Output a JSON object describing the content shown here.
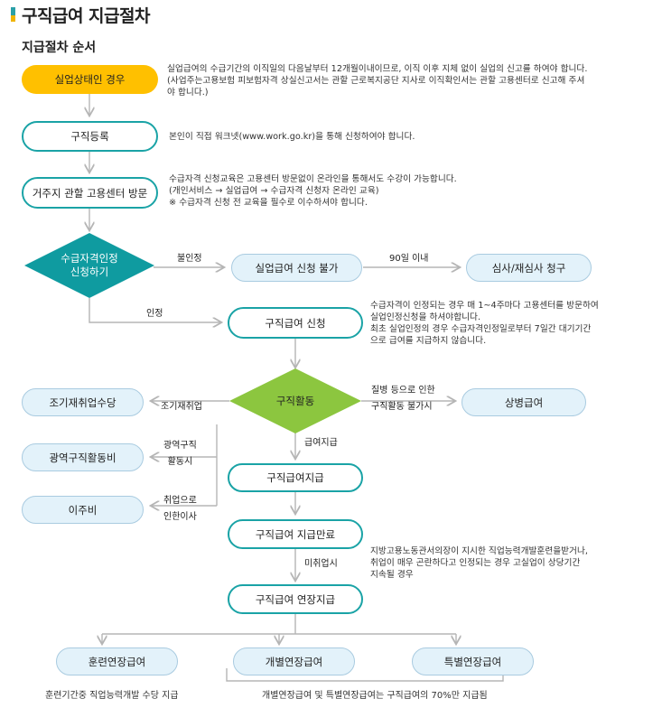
{
  "header": {
    "title": "구직급여 지급절차",
    "subtitle": "지급절차 순서"
  },
  "nodes": {
    "unemployed": "실업상태인 경우",
    "register": "구직등록",
    "visit_center": "거주지 관할 고용센터 방문",
    "apply_decision": [
      "수급자격인정",
      "신청하기"
    ],
    "not_allowed": "실업급여 신청 불가",
    "review_request": "심사/재심사 청구",
    "benefit_apply": "구직급여 신청",
    "job_activity": "구직활동",
    "early_reemploy": "조기재취업수당",
    "sickness": "상병급여",
    "wide_area": "광역구직활동비",
    "relocation": "이주비",
    "benefit_payment": "구직급여지급",
    "benefit_end": "구직급여 지급만료",
    "extension": "구직급여 연장지급",
    "training_ext": "훈련연장급여",
    "individual_ext": "개별연장급여",
    "special_ext": "특별연장급여"
  },
  "labels": {
    "not_recognized": "불인정",
    "within_90": "90일 이내",
    "recognized": "인정",
    "early": "조기재취업",
    "sick": [
      "질병 등으로 인한",
      "구직활동 불가시"
    ],
    "wide": [
      "광역구직",
      "활동시"
    ],
    "move": [
      "취업으로",
      "인한이사"
    ],
    "pay": "급여지급",
    "unemployed_not": "미취업시"
  },
  "descriptions": {
    "unemployed": [
      "실업급여의 수급기간의 이직일의 다음날부터 12개월이내이므로, 이직 이후 지체 없이 실업의 신고를 하여야 합니다.",
      "(사업주는고용보험 피보험자격 상실신고서는 관할 근로복지공단 지사로 이직확인서는 관할 고용센터로 신고해 주셔",
      "야 합니다.)"
    ],
    "register": [
      "본인이 직접 워크넷(www.work.go.kr)을 통해 신청하여야 합니다."
    ],
    "visit_center": [
      "수급자격 신청교육은 고용센터 방문없이 온라인을 통해서도 수강이 가능합니다.",
      "(개인서비스 → 실업급여 → 수급자격 신청자 온라인 교육)",
      "※ 수급자격 신청 전 교육을 필수로 이수하셔야 합니다."
    ],
    "benefit_apply": [
      "수급자격이 인정되는 경우 매 1~4주마다 고용센터를 방문하여",
      "실업인정신청을 하셔야합니다.",
      "최초 실업인정의 경우 수급자격인정일로부터 7일간 대기기간",
      "으로 급여를 지급하지 않습니다."
    ],
    "benefit_end": [
      "지방고용노동관서의장이 지시한 직업능력개발훈련을받거나,",
      "취업이 매우 곤란하다고 인정되는 경우 고실업이 상당기간",
      "지속될 경우"
    ],
    "training_note": "훈련기간중 직업능력개발 수당 지급",
    "individual_note": "개별연장급여 및 특별연장급여는 구직급여의 70%만 지급됨"
  },
  "colors": {
    "teal": "#1aa3a6",
    "yellow": "#ffc000",
    "green": "#8cc63f",
    "diamond_teal": "#0f9ba0",
    "light_fill": "#e3f2fa",
    "line": "#b5b5b5"
  }
}
